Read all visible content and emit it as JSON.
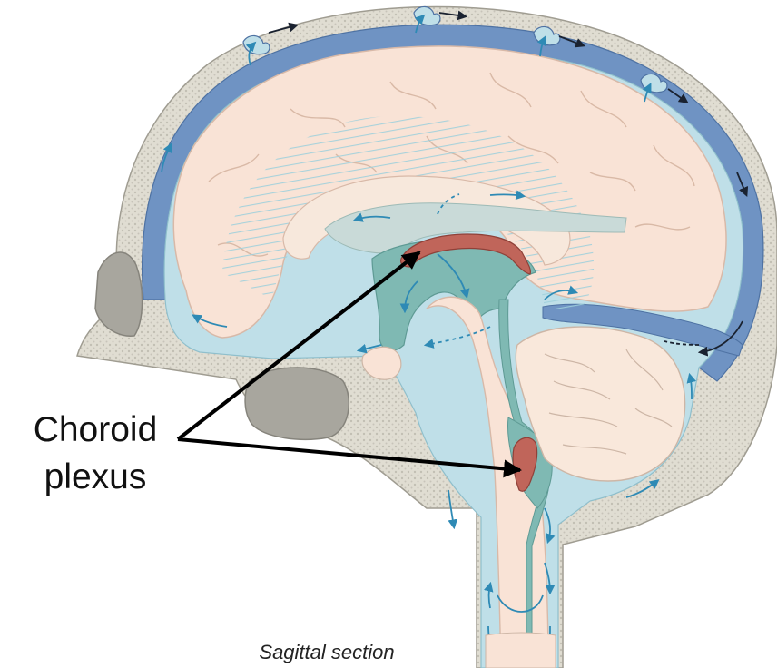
{
  "labels": {
    "choroid_line1": "Choroid",
    "choroid_line2": "plexus"
  },
  "caption": "Sagittal section",
  "colors": {
    "bone": "#e0ddd2",
    "bone_dot": "#aaa79b",
    "sinus": "#6f93c3",
    "csf": "#bfdfe8",
    "brain": "#f9e3d6",
    "ventricle": "#7fb9b3",
    "choroid": "#c0655a",
    "arrow": "#2e8ab5",
    "pointer": "#000000"
  }
}
